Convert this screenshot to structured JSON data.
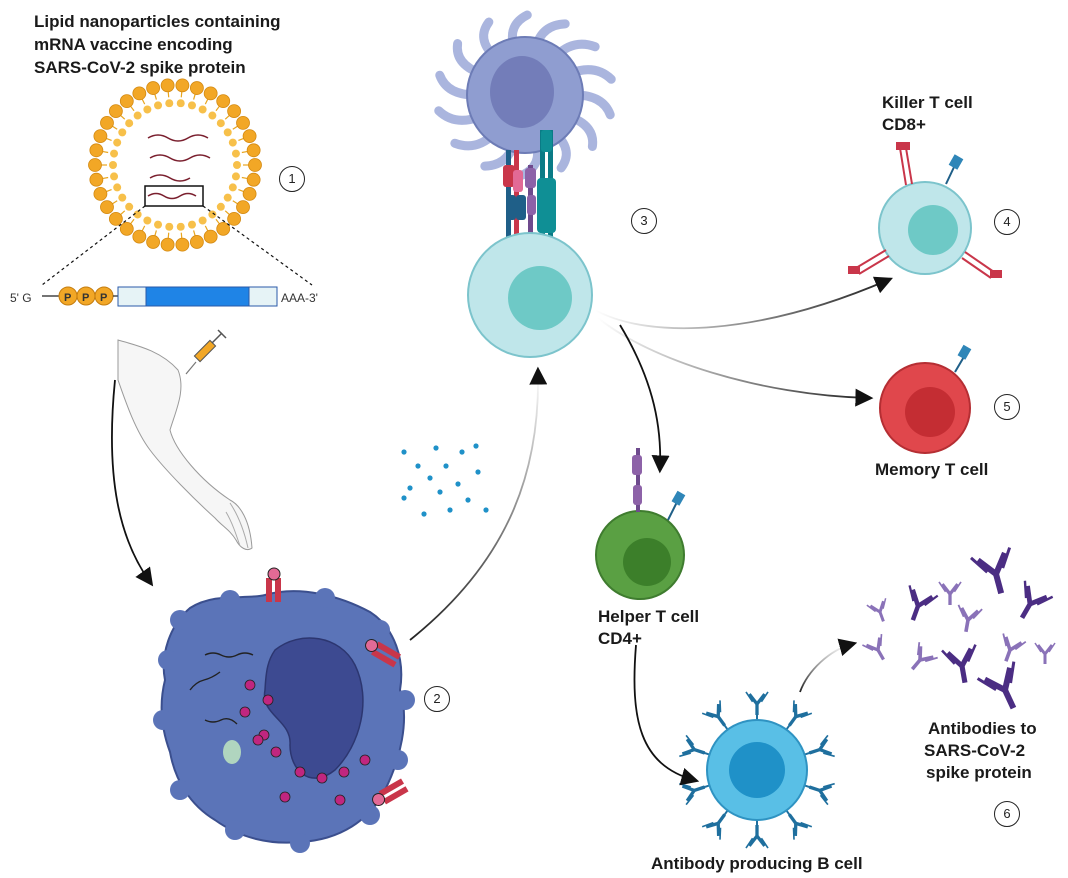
{
  "labels": {
    "lnp_title_1": "Lipid nanoparticles containing",
    "lnp_title_2": "mRNA vaccine encoding",
    "lnp_title_3": "SARS-CoV-2 spike protein",
    "killer_1": "Killer T cell",
    "killer_2": "CD8+",
    "memory": "Memory T cell",
    "helper_1": "Helper T cell",
    "helper_2": "CD4+",
    "bcell": "Antibody producing B cell",
    "antibodies_1": "Antibodies to",
    "antibodies_2": "SARS-CoV-2",
    "antibodies_3": "spike protein"
  },
  "mrna": {
    "five_prime": "5' G",
    "cap": [
      "P",
      "P",
      "P"
    ],
    "three_prime": "AAA-3'"
  },
  "steps": [
    "1",
    "2",
    "3",
    "4",
    "5",
    "6"
  ],
  "colors": {
    "lipid": "#f2a726",
    "apc": "#5b74b8",
    "apc_nucleus": "#3d4a91",
    "tcell": "#bfe6ea",
    "tcell_nucleus": "#6ec9c6",
    "memory": "#e0474c",
    "helper": "#5aa043",
    "bcell": "#59bfe6",
    "antibody": "#4b2d83",
    "dendritic": "#8f9dd0"
  }
}
